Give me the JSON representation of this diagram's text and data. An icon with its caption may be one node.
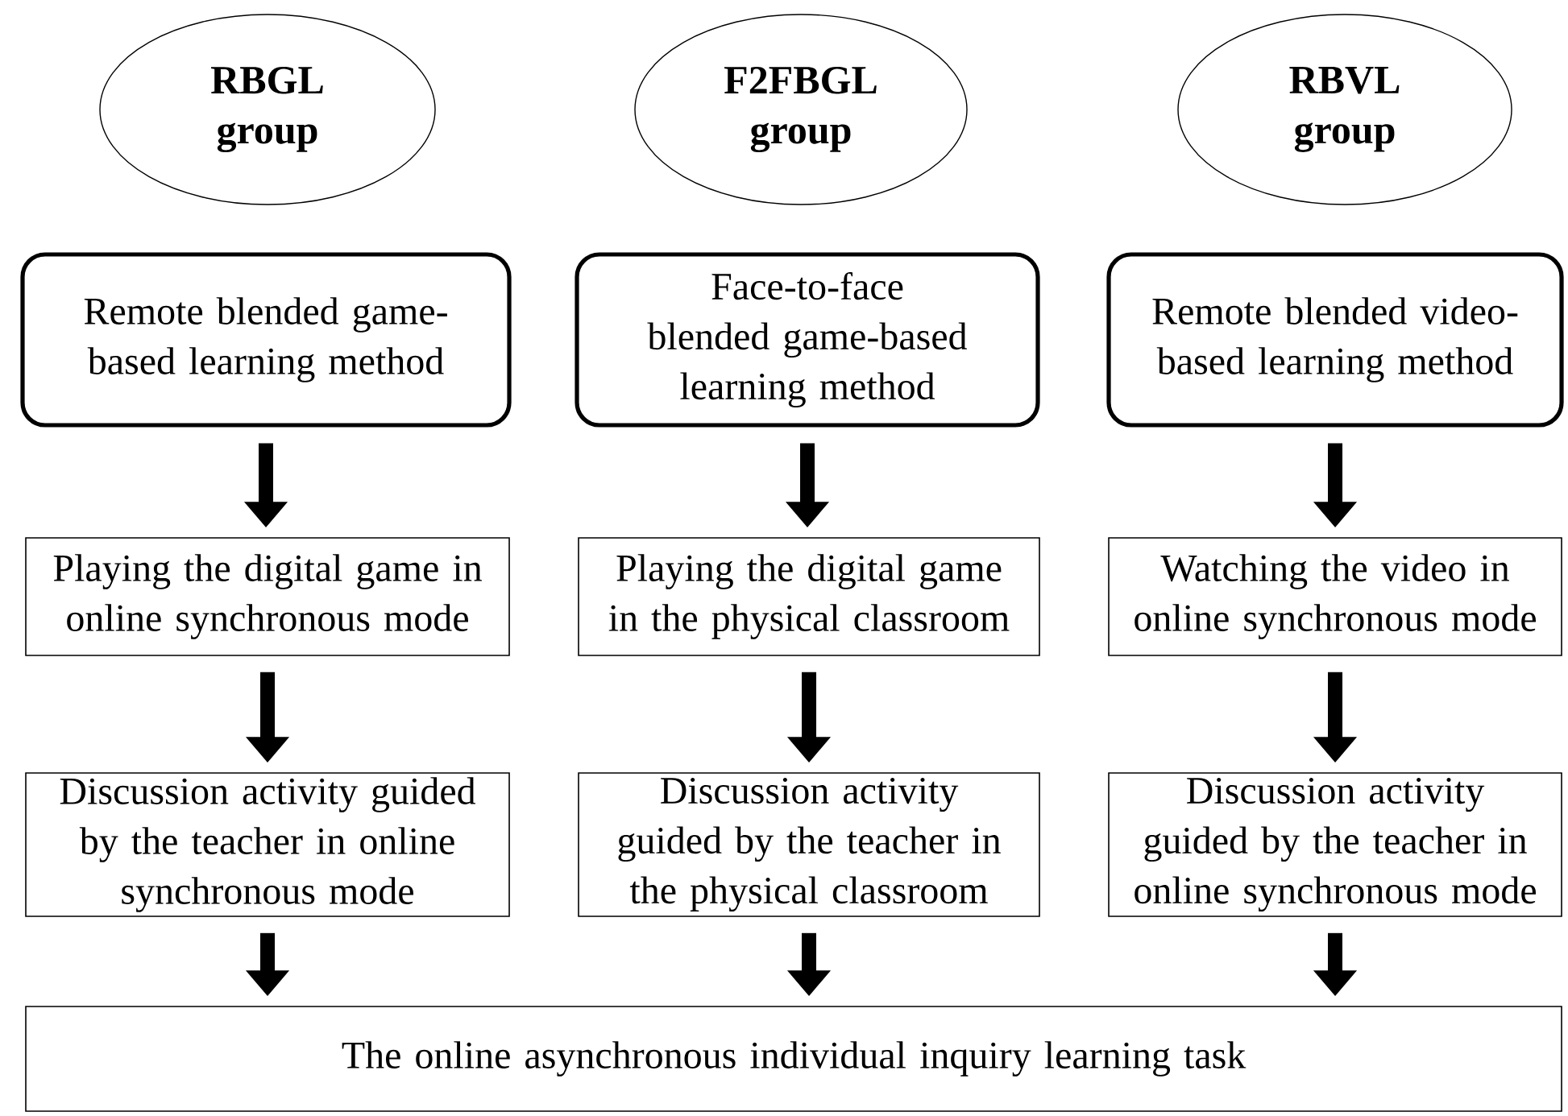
{
  "diagram": {
    "nodes": [
      {
        "text": [
          "RBGL group"
        ]
      },
      {
        "text": [
          "F2FBGL group"
        ]
      },
      {
        "text": [
          "RBVL group"
        ]
      },
      {
        "text": [
          "Remote blended game-based learning method"
        ]
      },
      {
        "text": [
          "Face-to-face blended game-based learning method"
        ]
      },
      {
        "text": [
          "Remote blended video-based learning method"
        ]
      },
      {
        "text": [
          "Playing the digital game in online synchronous mode"
        ]
      },
      {
        "text": [
          "Playing the digital game in the physical classroom"
        ]
      },
      {
        "text": [
          "Watching the video in online synchronous mode"
        ]
      },
      {
        "text": [
          "Discussion activity guided by the teacher in online synchronous mode"
        ]
      },
      {
        "text": [
          "Discussion activity guided by the teacher in the physical classroom"
        ]
      },
      {
        "text": [
          "Discussion activity guided by the teacher in online synchronous mode"
        ]
      },
      {
        "text": [
          "The online asynchronous individual inquiry learning task"
        ]
      }
    ],
    "edges": [
      {
        "from": 3,
        "to": 6,
        "arrow": "to"
      },
      {
        "from": 4,
        "to": 7,
        "arrow": "to"
      },
      {
        "from": 5,
        "to": 8,
        "arrow": "to"
      },
      {
        "from": 6,
        "to": 9,
        "arrow": "to"
      },
      {
        "from": 7,
        "to": 10,
        "arrow": "to"
      },
      {
        "from": 8,
        "to": 11,
        "arrow": "to"
      },
      {
        "from": 9,
        "to": 12,
        "arrow": "to"
      },
      {
        "from": 10,
        "to": 12,
        "arrow": "to"
      },
      {
        "from": 11,
        "to": 12,
        "arrow": "to"
      }
    ]
  }
}
